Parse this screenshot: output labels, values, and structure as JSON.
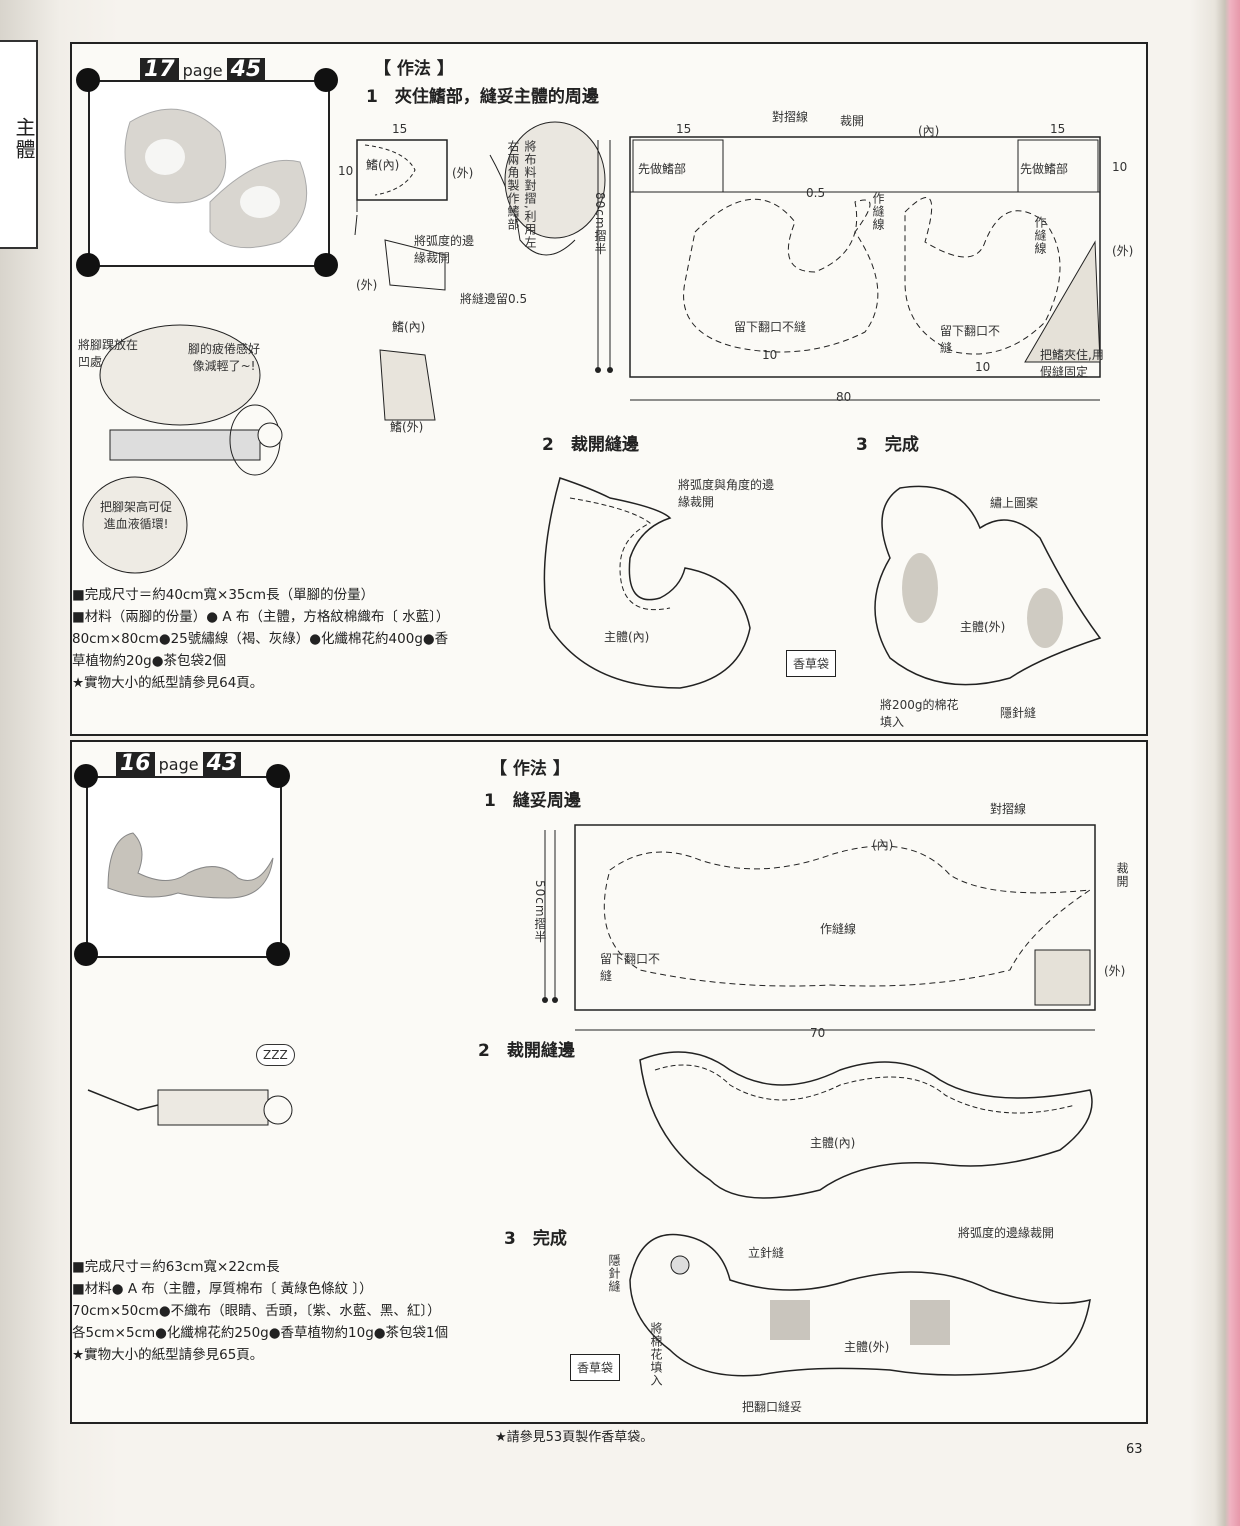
{
  "left_edge": {
    "text": "主體"
  },
  "top": {
    "badge_num": "17",
    "badge_page_word": "page",
    "badge_page_num": "45",
    "method_title": "【 作法 】",
    "step1": "1　夾住鰭部，縫妥主體的周邊",
    "step2": "2　裁開縫邊",
    "step3": "3　完成",
    "notes": {
      "fin_15": "15",
      "fin_10": "10",
      "fin_label": "鰭(內)",
      "outer": "(外)",
      "fold_note": "將布料對摺,利用左右兩角製作鰭部",
      "curve_note": "將弧度的邊緣裁開",
      "seam_note": "將縫邊留0.5",
      "fin_in": "鰭(內)",
      "fin_out": "鰭(外)",
      "fold_line": "對摺線",
      "cut": "裁開",
      "inner": "(內)",
      "first_fin": "先做鰭部",
      "sew_line": "作縫線",
      "half_0_5": "0.5",
      "dim_80cm": "80cm摺半",
      "dim_80": "80",
      "dim_10": "10",
      "leave_open": "留下翻口不縫",
      "leave_open2": "留下翻口不縫",
      "fix_fin": "把鰭夾住,用假縫固定",
      "corner_note": "將弧度與角度的邊緣裁開",
      "body_in": "主體(內)",
      "embroider": "繡上圖案",
      "body_out": "主體(外)",
      "herb_bag": "香草袋",
      "fill": "將200g的棉花填入",
      "blind_stitch": "隱針縫"
    },
    "bubble1": "將腳踝放在凹處",
    "bubble2": "腳的疲倦感好像減輕了~!",
    "bubble3": "把腳架高可促進血液循環!",
    "spec": [
      "■完成尺寸＝約40cm寬×35cm長（單腳的份量）",
      "■材料（兩腳的份量）● A 布（主體，方格紋棉織布〔 水藍〕）80cm×80cm●25號繡線（褐、灰綠）●化纖棉花約400g●香草植物約20g●茶包袋2個",
      "★實物大小的紙型請參見64頁。"
    ]
  },
  "bottom": {
    "badge_num": "16",
    "badge_page_word": "page",
    "badge_page_num": "43",
    "method_title": "【 作法 】",
    "step1": "1　縫妥周邊",
    "step2": "2　裁開縫邊",
    "step3": "3　完成",
    "notes": {
      "fold_line": "對摺線",
      "inner": "(內)",
      "cut": "裁開",
      "sew_line": "作縫線",
      "dim_50cm": "50cm摺半",
      "leave_open": "留下翻口不縫",
      "outer": "(外)",
      "dim_70": "70",
      "body_in": "主體(內)",
      "curve_cut": "將弧度的邊緣裁開",
      "stand_stitch": "立針縫",
      "blind_stitch": "隱針縫",
      "fill": "將棉花填入",
      "herb_bag": "香草袋",
      "body_out": "主體(外)",
      "close": "把翻口縫妥"
    },
    "zzz": "ZZZ",
    "spec": [
      "■完成尺寸＝約63cm寬×22cm長",
      "■材料● A 布（主體，厚質棉布〔 黃綠色條紋 〕）70cm×50cm●不織布（眼睛、舌頭，〔紫、水藍、黑、紅〕）各5cm×5cm●化纖棉花約250g●香草植物約10g●茶包袋1個",
      "★實物大小的紙型請參見65頁。"
    ]
  },
  "footer": "★請參見53頁製作香草袋。",
  "page_number": "63"
}
